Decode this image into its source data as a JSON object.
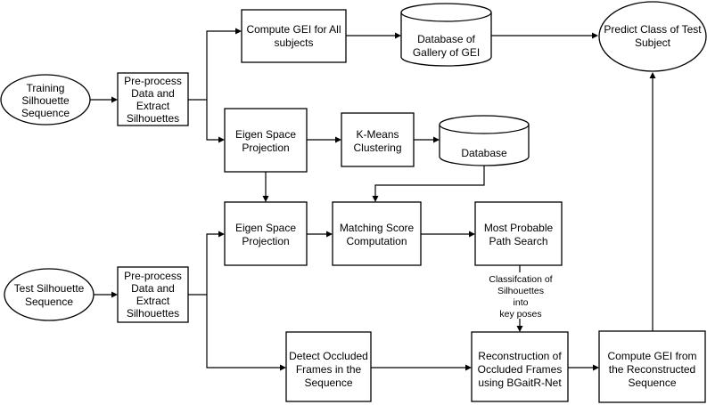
{
  "nodes": {
    "training_sequence": [
      "Training",
      "Silhouette",
      "Sequence"
    ],
    "preprocess_top": [
      "Pre-process",
      "Data and",
      "Extract",
      "Silhouettes"
    ],
    "compute_gei_all": [
      "Compute GEI for All",
      "subjects"
    ],
    "gallery_database": [
      "Database of",
      "Gallery of GEI"
    ],
    "predict_class": [
      "Predict Class of Test",
      "Subject"
    ],
    "eigen_projection_top": [
      "Eigen Space",
      "Projection"
    ],
    "kmeans": [
      "K-Means",
      "Clustering"
    ],
    "database": [
      "Database"
    ],
    "eigen_projection_mid": [
      "Eigen Space",
      "Projection"
    ],
    "matching_score": [
      "Matching Score",
      "Computation"
    ],
    "most_probable_path": [
      "Most Probable",
      "Path Search"
    ],
    "classification_label": [
      "Classifcation of",
      "Silhouettes",
      "into",
      "key poses"
    ],
    "test_sequence": [
      "Test Silhouette",
      "Sequence"
    ],
    "preprocess_bottom": [
      "Pre-process",
      "Data and",
      "Extract",
      "Silhouettes"
    ],
    "detect_occluded": [
      "Detect Occluded",
      "Frames in the",
      "Sequence"
    ],
    "reconstruction": [
      "Reconstruction of",
      "Occluded Frames",
      "using BGaitR-Net"
    ],
    "compute_gei_reconstructed": [
      "Compute GEI from",
      "the Reconstructed",
      "Sequence"
    ]
  }
}
